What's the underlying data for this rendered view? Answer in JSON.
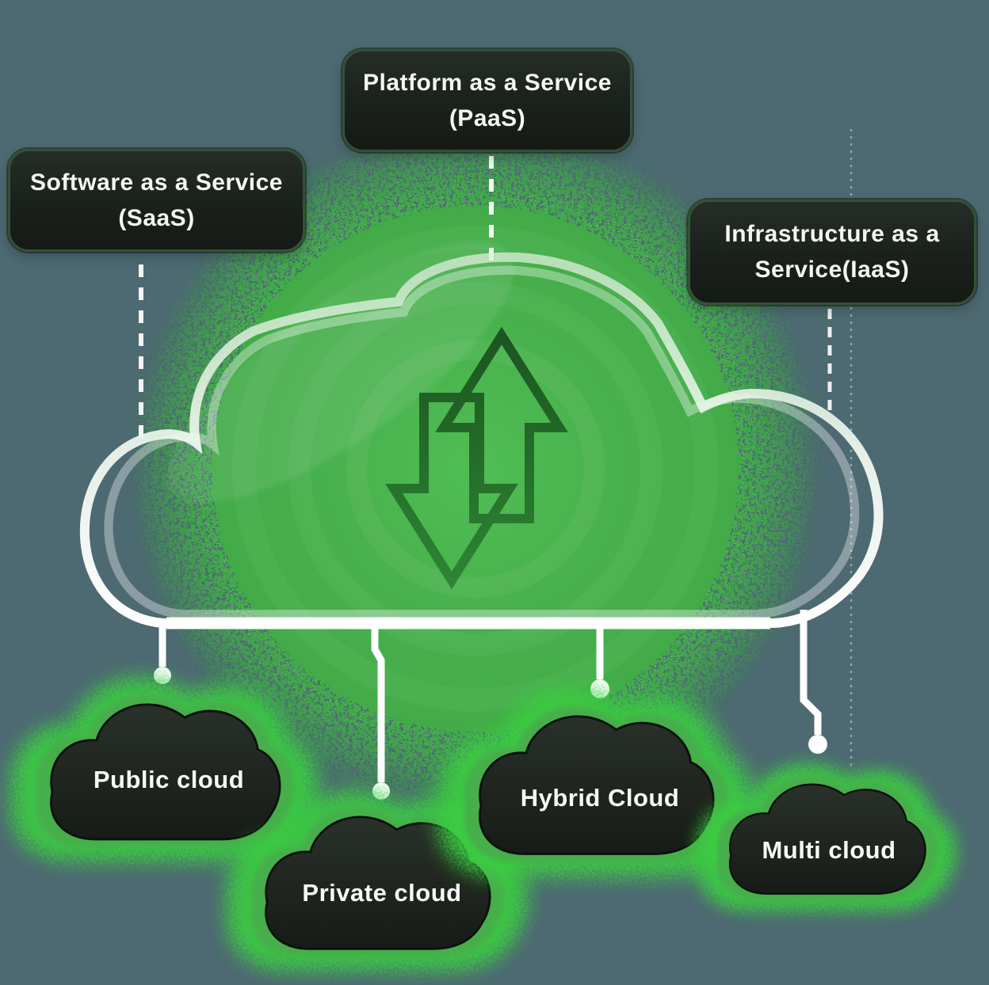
{
  "diagram": {
    "title_semantic": "cloud-computing-service-models-and-deployment-types",
    "colors": {
      "background": "#4d6972",
      "blob_green": "#46b14b",
      "bright_speckle_green": "#2ddd35",
      "cloud_outline_white": "#ffffff",
      "arrow_dark_green": "#1d5e23",
      "label_background": "#1a201b",
      "label_border": "#335233",
      "node_cloud_fill": "#1d241e",
      "node_glow_green": "#3bcf41",
      "text": "#f4f6f3"
    }
  },
  "service_labels": [
    {
      "id": "saas",
      "line1": "Software as a Service",
      "line2": "(SaaS)"
    },
    {
      "id": "paas",
      "line1": "Platform as a Service",
      "line2": "(PaaS)"
    },
    {
      "id": "iaas",
      "line1": "Infrastructure as a",
      "line2": "Service(IaaS)"
    }
  ],
  "center_icon": {
    "name": "up-down-data-transfer-arrows"
  },
  "cloud_nodes": [
    {
      "id": "public",
      "label": "Public cloud"
    },
    {
      "id": "private",
      "label": "Private cloud"
    },
    {
      "id": "hybrid",
      "label": "Hybrid Cloud"
    },
    {
      "id": "multi",
      "label": "Multi cloud"
    }
  ]
}
